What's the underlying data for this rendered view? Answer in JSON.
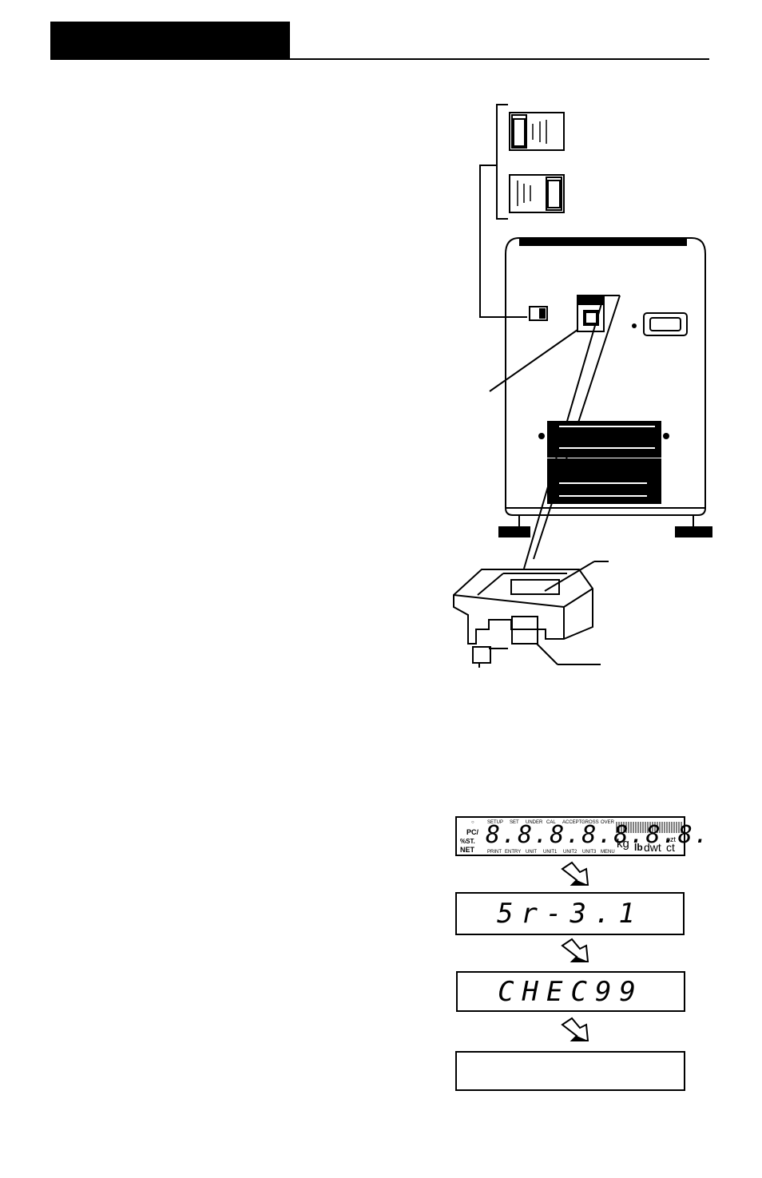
{
  "display_sequence": {
    "full_display": {
      "indicators_left": [
        "PC/",
        "%ST.",
        "NET"
      ],
      "indicators_top": [
        "SETUP",
        "SET",
        "UNDER",
        "CAL",
        "ACCEPT",
        "GROSS",
        "OVER"
      ],
      "indicators_bottom": [
        "PRINT",
        "ENTRY",
        "UNIT",
        "UNIT1",
        "UNIT2",
        "UNIT3",
        "MENU"
      ],
      "digits": "8.8.8.8.8.8.8.",
      "units": [
        "kg",
        "lb",
        "dwt",
        "ozt",
        "ct"
      ]
    },
    "step1": "5r-3.1",
    "step2": "CHEC99",
    "step3": ""
  }
}
